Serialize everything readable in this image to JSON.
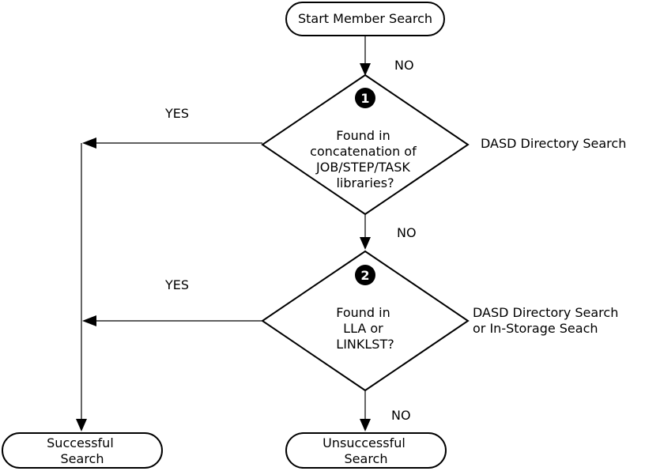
{
  "start": {
    "lines": [
      "Start Member Search"
    ]
  },
  "decision1": {
    "number": "1",
    "lines": [
      "Found in",
      "concatenation of",
      "JOB/STEP/TASK",
      "libraries?"
    ],
    "note_lines": [
      "DASD Directory Search"
    ]
  },
  "decision2": {
    "number": "2",
    "lines": [
      "Found in",
      "LLA or",
      "LINKLST?"
    ],
    "note_lines": [
      "DASD Directory Search",
      "or In-Storage Seach"
    ]
  },
  "success": {
    "lines": [
      "Successful",
      "Search"
    ]
  },
  "failure": {
    "lines": [
      "Unsuccessful",
      "Search"
    ]
  },
  "edges": {
    "start_no": "NO",
    "d1_yes": "YES",
    "d1_no": "NO",
    "d2_yes": "YES",
    "d2_no": "NO"
  },
  "colors": {
    "stroke": "#000000",
    "fill": "#ffffff",
    "badge": "#000000",
    "badge_text": "#ffffff"
  }
}
